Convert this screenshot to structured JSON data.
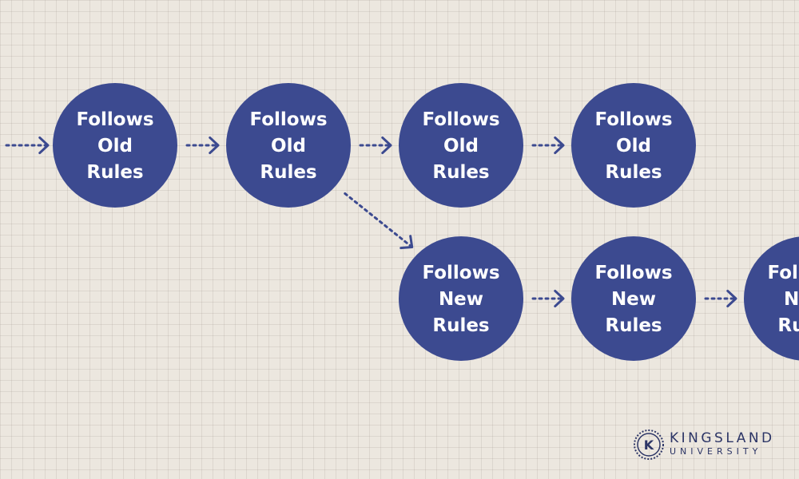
{
  "nodes": [
    {
      "id": "n1",
      "lines": [
        "Follows",
        "Old",
        "Rules"
      ]
    },
    {
      "id": "n2",
      "lines": [
        "Follows",
        "Old",
        "Rules"
      ]
    },
    {
      "id": "n3",
      "lines": [
        "Follows",
        "Old",
        "Rules"
      ]
    },
    {
      "id": "n4",
      "lines": [
        "Follows",
        "Old",
        "Rules"
      ]
    },
    {
      "id": "n5",
      "lines": [
        "Follows",
        "New",
        "Rules"
      ]
    },
    {
      "id": "n6",
      "lines": [
        "Follows",
        "New",
        "Rules"
      ]
    },
    {
      "id": "n7",
      "lines": [
        "Follows",
        "New",
        "Rules"
      ]
    }
  ],
  "edges": [
    {
      "from": "start",
      "to": "n1"
    },
    {
      "from": "n1",
      "to": "n2"
    },
    {
      "from": "n2",
      "to": "n3"
    },
    {
      "from": "n3",
      "to": "n4"
    },
    {
      "from": "n2",
      "to": "n5"
    },
    {
      "from": "n5",
      "to": "n6"
    },
    {
      "from": "n6",
      "to": "n7"
    }
  ],
  "colors": {
    "node": "#3c4a90",
    "background": "#ece7df",
    "brand": "#2c3566"
  },
  "logo": {
    "letter": "K",
    "name": "KINGSLAND",
    "sub": "UNIVERSITY"
  }
}
